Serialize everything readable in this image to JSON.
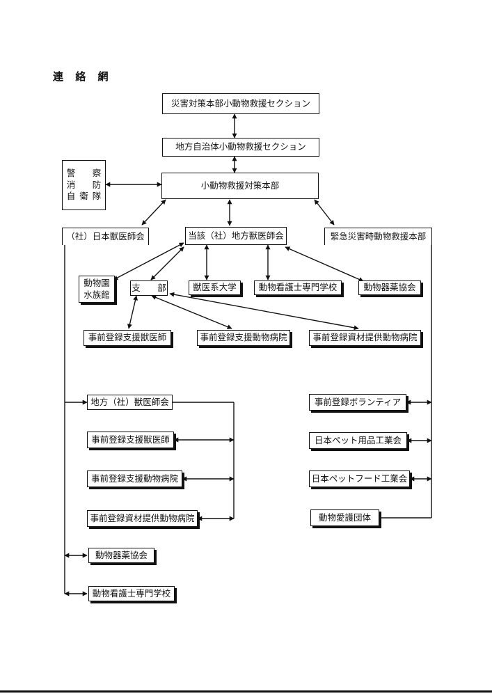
{
  "title": "連 絡 網",
  "nodes": {
    "hq_section": "災害対策本部小動物救援セクション",
    "local_gov_section": "地方自治体小動物救援セクション",
    "police_fire_sdf": [
      "警　察",
      "消　防",
      "自衛隊"
    ],
    "rescue_hq": "小動物救援対策本部",
    "jvma": "（社）日本獣医師会",
    "local_vma_concerned": "当該（社）地方獣医師会",
    "emergency_rescue_hq": "緊急災害時動物救援本部",
    "zoo_aquarium": [
      "動物園",
      "水族館"
    ],
    "branch": "支　部",
    "vet_university": "獣医系大学",
    "vet_nurse_school_top": "動物看護士専門学校",
    "vet_drug_assoc_top": "動物器薬協会",
    "pre_support_vet_top": "事前登録支援獣医師",
    "pre_support_hospital_top": "事前登録支援動物病院",
    "pre_supply_hospital_top": "事前登録資材提供動物病院",
    "local_vma": "地方（社）獣医師会",
    "pre_support_vet": "事前登録支援獣医師",
    "pre_support_hospital": "事前登録支援動物病院",
    "pre_supply_hospital": "事前登録資材提供動物病院",
    "vet_drug_assoc": "動物器薬協会",
    "vet_nurse_school": "動物看護士専門学校",
    "volunteers": "事前登録ボランティア",
    "pet_goods_assoc": "日本ペット用品工業会",
    "pet_food_assoc": "日本ペットフード工業会",
    "animal_welfare": "動物愛護団体"
  }
}
